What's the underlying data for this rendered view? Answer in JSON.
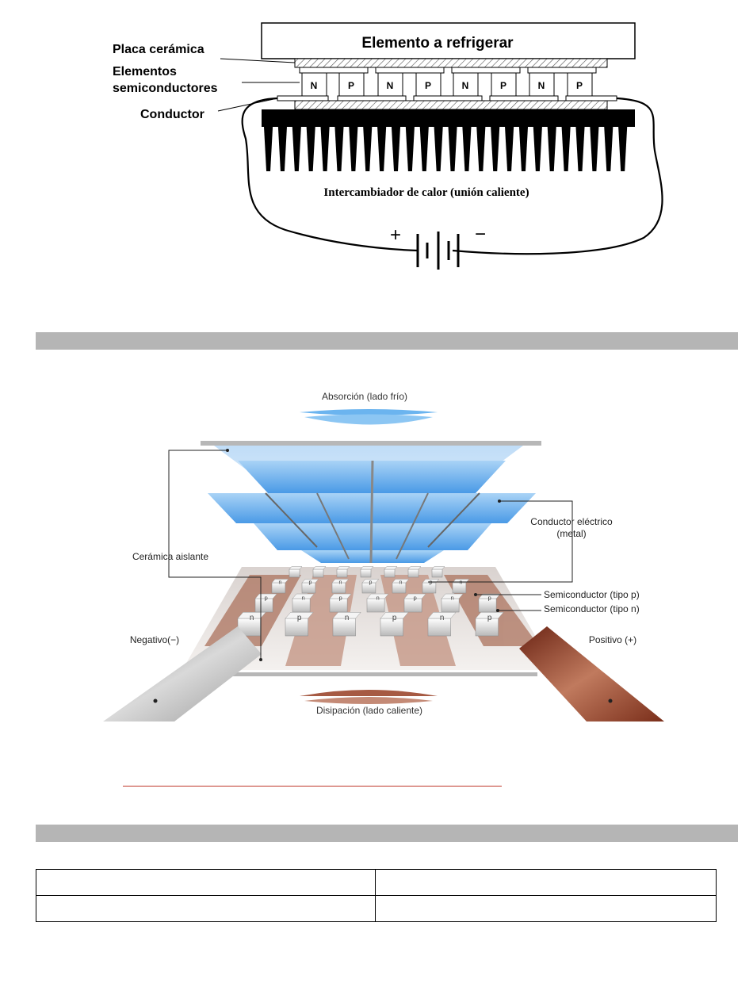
{
  "diagram1": {
    "box_label": "Elemento a refrigerar",
    "label_ceramic": "Placa cerámica",
    "label_semis_line1": "Elementos",
    "label_semis_line2": "semiconductores",
    "label_conductor": "Conductor",
    "legs": [
      "N",
      "P",
      "N",
      "P",
      "N",
      "P",
      "N",
      "P"
    ],
    "heatsink_label": "Intercambiador de calor (unión caliente)",
    "plus": "+",
    "minus": "−"
  },
  "diagram2": {
    "absorption": "Absorción (lado frío)",
    "dissipation": "Disipación (lado caliente)",
    "conductor_line1": "Conductor eléctrico",
    "conductor_line2": "(metal)",
    "ceramic": "Cerámica aislante",
    "semi_p": "Semiconductor (tipo p)",
    "semi_n": "Semiconductor (tipo n)",
    "negative": "Negativo(−)",
    "positive": "Positivo (+)",
    "leg_letters": [
      "p",
      "n",
      "p",
      "n",
      "p",
      "n"
    ]
  },
  "table": {
    "rows": [
      [
        "",
        ""
      ],
      [
        "",
        ""
      ]
    ]
  },
  "colors": {
    "cold_blue": "#5aa9ec",
    "copper": "#8a3a24",
    "section_bar": "#b5b5b5",
    "red_rule": "#c0392b"
  }
}
